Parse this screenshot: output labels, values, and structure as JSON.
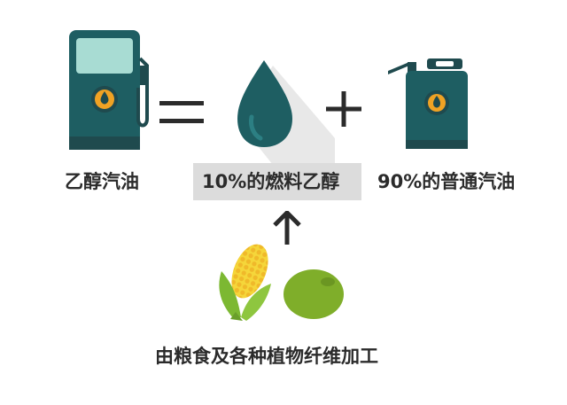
{
  "labels": {
    "ethanol_gasoline": "乙醇汽油",
    "fuel_ethanol": "10%的燃料乙醇",
    "regular_gasoline": "90%的普通汽油",
    "source": "由粮食及各种植物纤维加工"
  },
  "colors": {
    "teal_dark": "#1f4a4e",
    "teal": "#1e5e62",
    "teal_light": "#2c7f83",
    "screen": "#a8dcd3",
    "orange": "#f0a224",
    "yellow": "#f5d63a",
    "corn_leaf": "#7cb832",
    "olive": "#7fae2a",
    "shadow": "#e6e6e6"
  }
}
